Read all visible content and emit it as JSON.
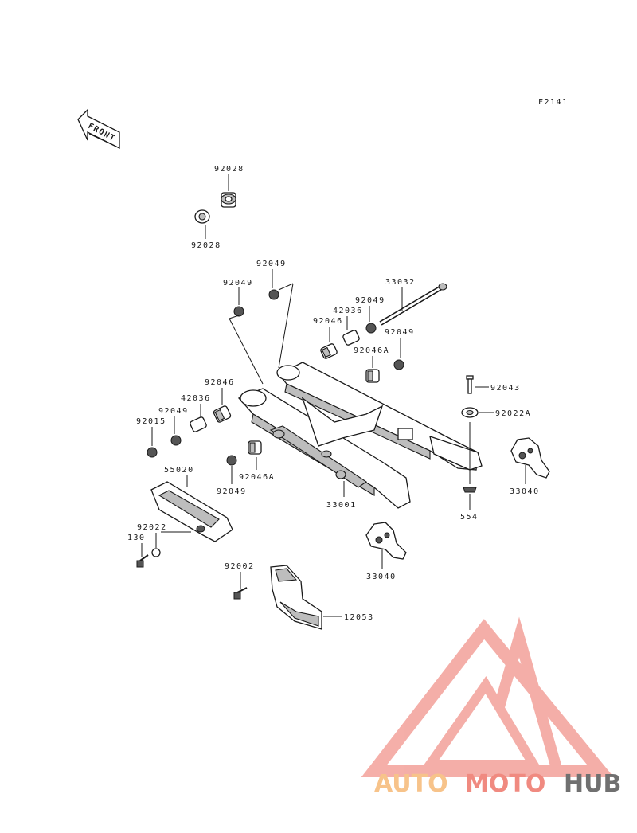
{
  "figure_id": "F2141",
  "front_label": "FRONT",
  "labels": {
    "p92028_top": "92028",
    "p92028_bot": "92028",
    "p92049_a": "92049",
    "p92049_b": "92049",
    "p33032": "33032",
    "p92049_c": "92049",
    "p42036_a": "42036",
    "p92046_a": "92046",
    "p92046A_a": "92046A",
    "p92049_d": "92049",
    "p92043": "92043",
    "p92022A": "92022A",
    "p92046_b": "92046",
    "p42036_b": "42036",
    "p92049_e": "92049",
    "p92015": "92015",
    "p55020": "55020",
    "p92049_f": "92049",
    "p92046A_b": "92046A",
    "p33001": "33001",
    "p33040_a": "33040",
    "p554": "554",
    "p92022": "92022",
    "p130": "130",
    "p33040_b": "33040",
    "p92002": "92002",
    "p12053": "12053"
  },
  "watermark": {
    "part1": "AUTO",
    "part2": "MOTO",
    "part3": "HUB",
    "colors": {
      "auto": "#f7c38a",
      "moto": "#f08a80",
      "hub": "#707070",
      "triangle": "#f3a19a"
    }
  }
}
